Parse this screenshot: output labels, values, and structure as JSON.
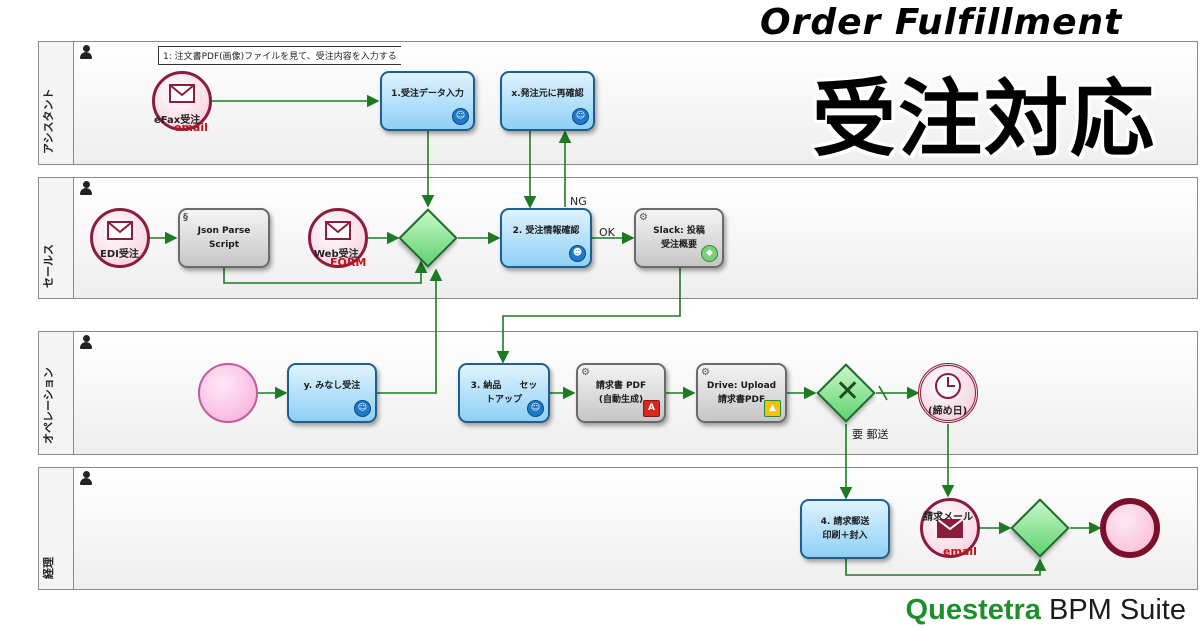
{
  "title": {
    "en": "Order Fulfillment",
    "ja": "受注対応"
  },
  "brand": {
    "name": "Questetra",
    "suffix": " BPM Suite"
  },
  "annotation": "1: 注文書PDF(画像)ファイルを見て、受注内容を入力する",
  "lanes": [
    "アシスタント",
    "セールス",
    "オペレーション",
    "経理"
  ],
  "events": {
    "efax": {
      "label": "eFax受注",
      "sub": "email"
    },
    "edi": {
      "label": "EDI受注"
    },
    "web": {
      "label": "Web受注",
      "sub": "FORM"
    },
    "timer": {
      "label": "(締め日)"
    },
    "mail": {
      "label": "請求メール",
      "sub": "email"
    }
  },
  "tasks": {
    "t1": "1.受注データ入力",
    "tx": "x.発注元に再確認",
    "json": [
      "Json Parse",
      "Script"
    ],
    "t2": "2. 受注情報確認",
    "slack": [
      "Slack: 投稿",
      "受注概要"
    ],
    "ty": "y. みなし受注",
    "t3": [
      "3. 納品　　セッ",
      "トアップ"
    ],
    "invoice": [
      "請求書 PDF",
      "(自動生成)"
    ],
    "drive": [
      "Drive: Upload",
      "請求書PDF"
    ],
    "t4": [
      "4. 請求郵送",
      "印刷＋封入"
    ]
  },
  "flow_labels": {
    "ng": "NG",
    "ok": "OK",
    "post": "要 郵送"
  },
  "colors": {
    "flow": "#1d7a22",
    "task_blue": "#8fd0f5",
    "gateway": "#5fd36f",
    "brand_green": "#1f8f2e"
  }
}
